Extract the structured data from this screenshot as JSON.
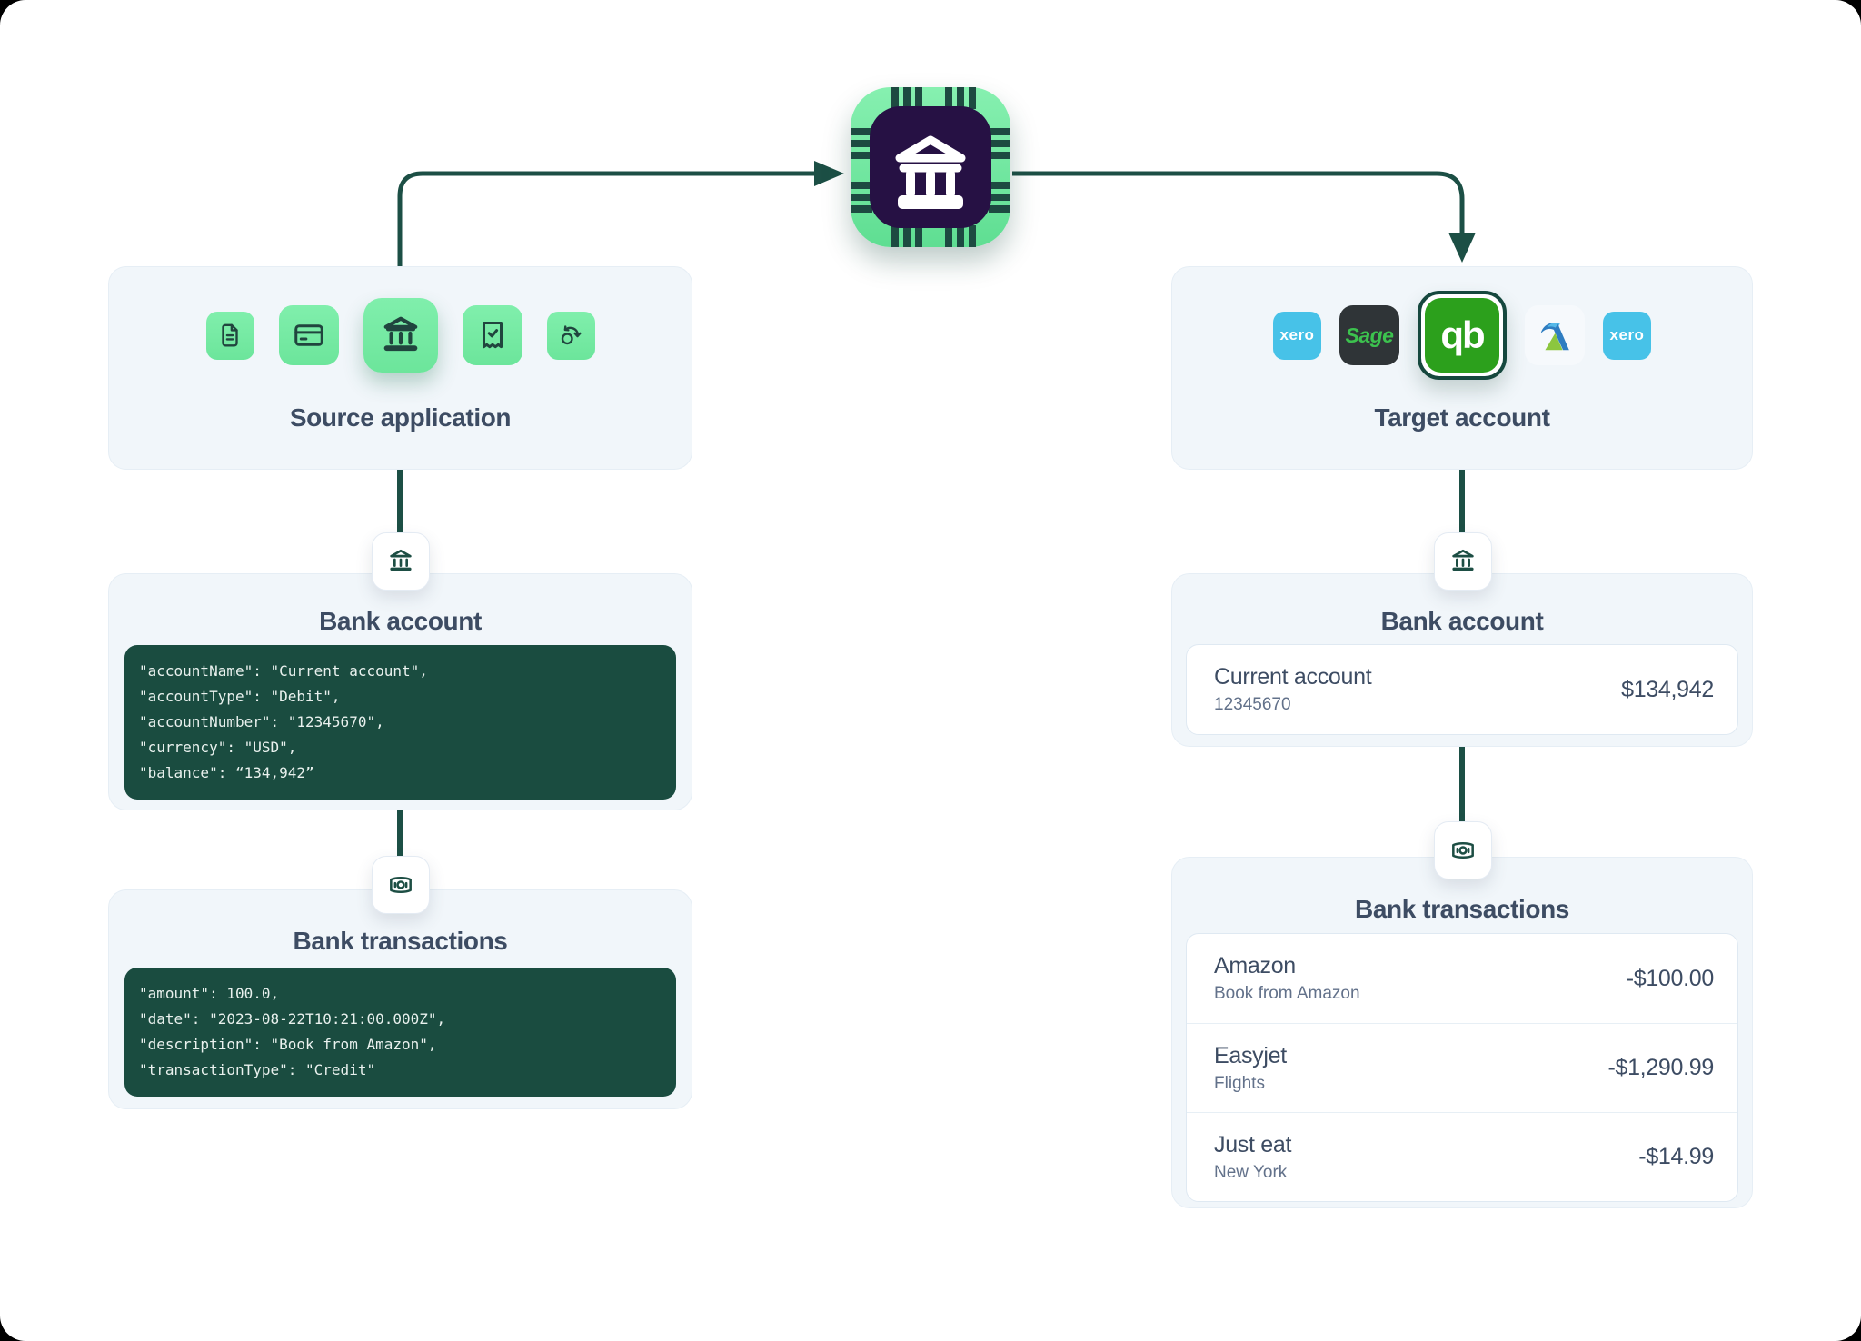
{
  "colors": {
    "accent_green": "#6FE79E",
    "deep_teal": "#1C4F45",
    "code_bg": "#1A4C40",
    "chip_core": "#261144",
    "navy_text": "#3D4C63",
    "panel_bg": "#F1F6FA",
    "xero_blue": "#47C2E8",
    "sage_dark": "#2F3437",
    "sage_green": "#3CC24E",
    "quickbooks_green": "#2CA01C"
  },
  "source_panel": {
    "title": "Source application",
    "icons": [
      "document-icon",
      "credit-card-icon",
      "bank-icon",
      "receipt-check-icon",
      "sync-icon"
    ]
  },
  "target_panel": {
    "title": "Target account",
    "apps": [
      {
        "name": "xero",
        "label": "xero"
      },
      {
        "name": "sage",
        "label": "Sage"
      },
      {
        "name": "quickbooks",
        "label": "qb",
        "selected": true
      },
      {
        "name": "freeagent",
        "label": ""
      },
      {
        "name": "xero",
        "label": "xero"
      }
    ]
  },
  "left_bank_account": {
    "title": "Bank account",
    "code": "\"accountName\": \"Current account\",\n\"accountType\": \"Debit\",\n\"accountNumber\": \"12345670\",\n\"currency\": \"USD\",\n\"balance\": “134,942”"
  },
  "left_bank_transactions": {
    "title": "Bank transactions",
    "code": "\"amount\": 100.0,\n\"date\": \"2023-08-22T10:21:00.000Z\",\n\"description\": \"Book from Amazon\",\n\"transactionType\": \"Credit\""
  },
  "right_bank_account": {
    "title": "Bank account",
    "account": {
      "name": "Current account",
      "number": "12345670",
      "balance": "$134,942"
    }
  },
  "right_bank_transactions": {
    "title": "Bank transactions",
    "rows": [
      {
        "name": "Amazon",
        "detail": "Book from Amazon",
        "amount": "-$100.00"
      },
      {
        "name": "Easyjet",
        "detail": "Flights",
        "amount": "-$1,290.99"
      },
      {
        "name": "Just eat",
        "detail": "New York",
        "amount": "-$14.99"
      }
    ]
  }
}
